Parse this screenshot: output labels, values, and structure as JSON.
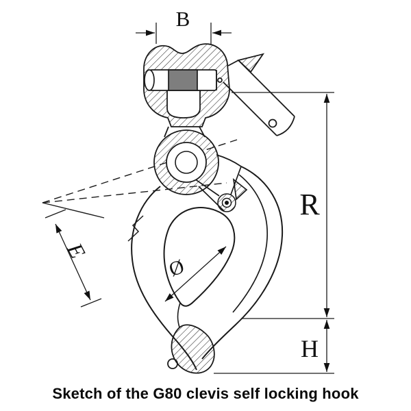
{
  "diagram": {
    "caption": "Sketch of the G80 clevis self locking hook",
    "dimension_labels": {
      "pin_width": "B",
      "reach": "R",
      "opening": "E",
      "tip_height": "H",
      "eye_diameter": "Ø"
    },
    "colors": {
      "line": "#1a1a1a",
      "pin_fill": "#7e7e7e",
      "background": "#ffffff"
    }
  }
}
